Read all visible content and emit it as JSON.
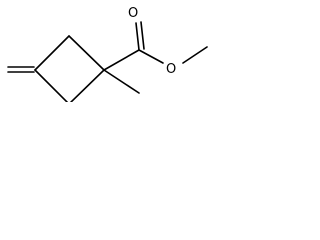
{
  "molecule": {
    "atoms": [
      {
        "id": "o-carbonyl",
        "element": "O",
        "label": "O"
      },
      {
        "id": "o-ester",
        "element": "O",
        "label": "O"
      }
    ]
  }
}
